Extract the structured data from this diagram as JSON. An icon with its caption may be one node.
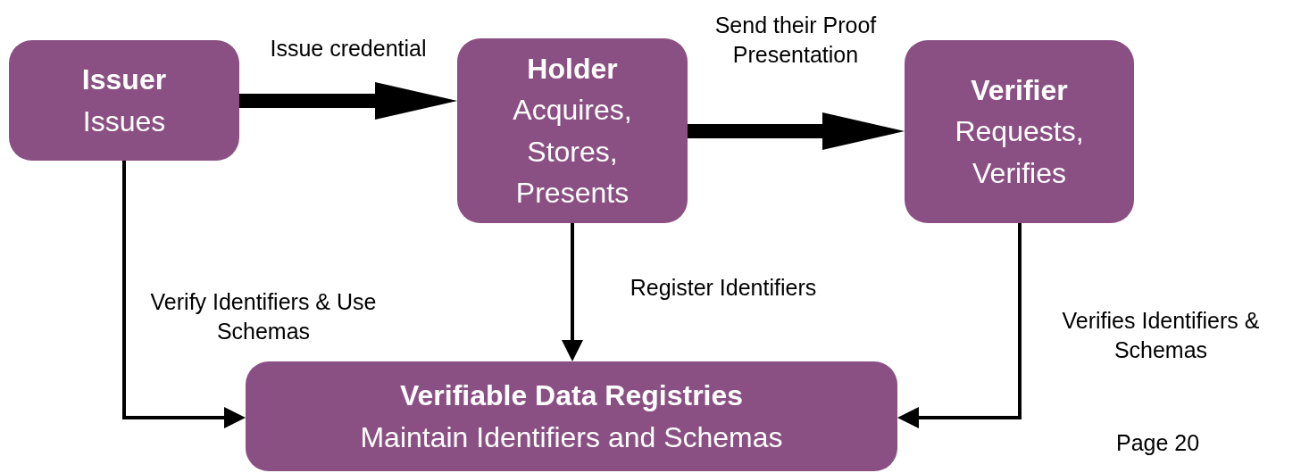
{
  "diagram": {
    "nodes": [
      {
        "text": [
          "Issuer",
          "Issues"
        ]
      },
      {
        "text": [
          "Holder",
          "Acquires, Stores, Presents"
        ]
      },
      {
        "text": [
          "Verifier",
          "Requests, Verifies"
        ]
      },
      {
        "text": [
          "Verifiable Data Registries",
          "Maintain Identifiers and Schemas"
        ]
      }
    ],
    "edges": [
      {
        "from": 0,
        "to": 1,
        "arrow": "to",
        "label": "Issue credential",
        "style": "thick"
      },
      {
        "from": 1,
        "to": 2,
        "arrow": "to",
        "label": "Send their Proof Presentation",
        "style": "thick"
      },
      {
        "from": 0,
        "to": 3,
        "arrow": "to",
        "label": "Verify Identifiers & Use Schemas"
      },
      {
        "from": 1,
        "to": 3,
        "arrow": "to",
        "label": "Register Identifiers"
      },
      {
        "from": 2,
        "to": 3,
        "arrow": "to",
        "label": "Verifies Identifiers & Schemas"
      }
    ],
    "labels": [
      "Page 20"
    ]
  }
}
